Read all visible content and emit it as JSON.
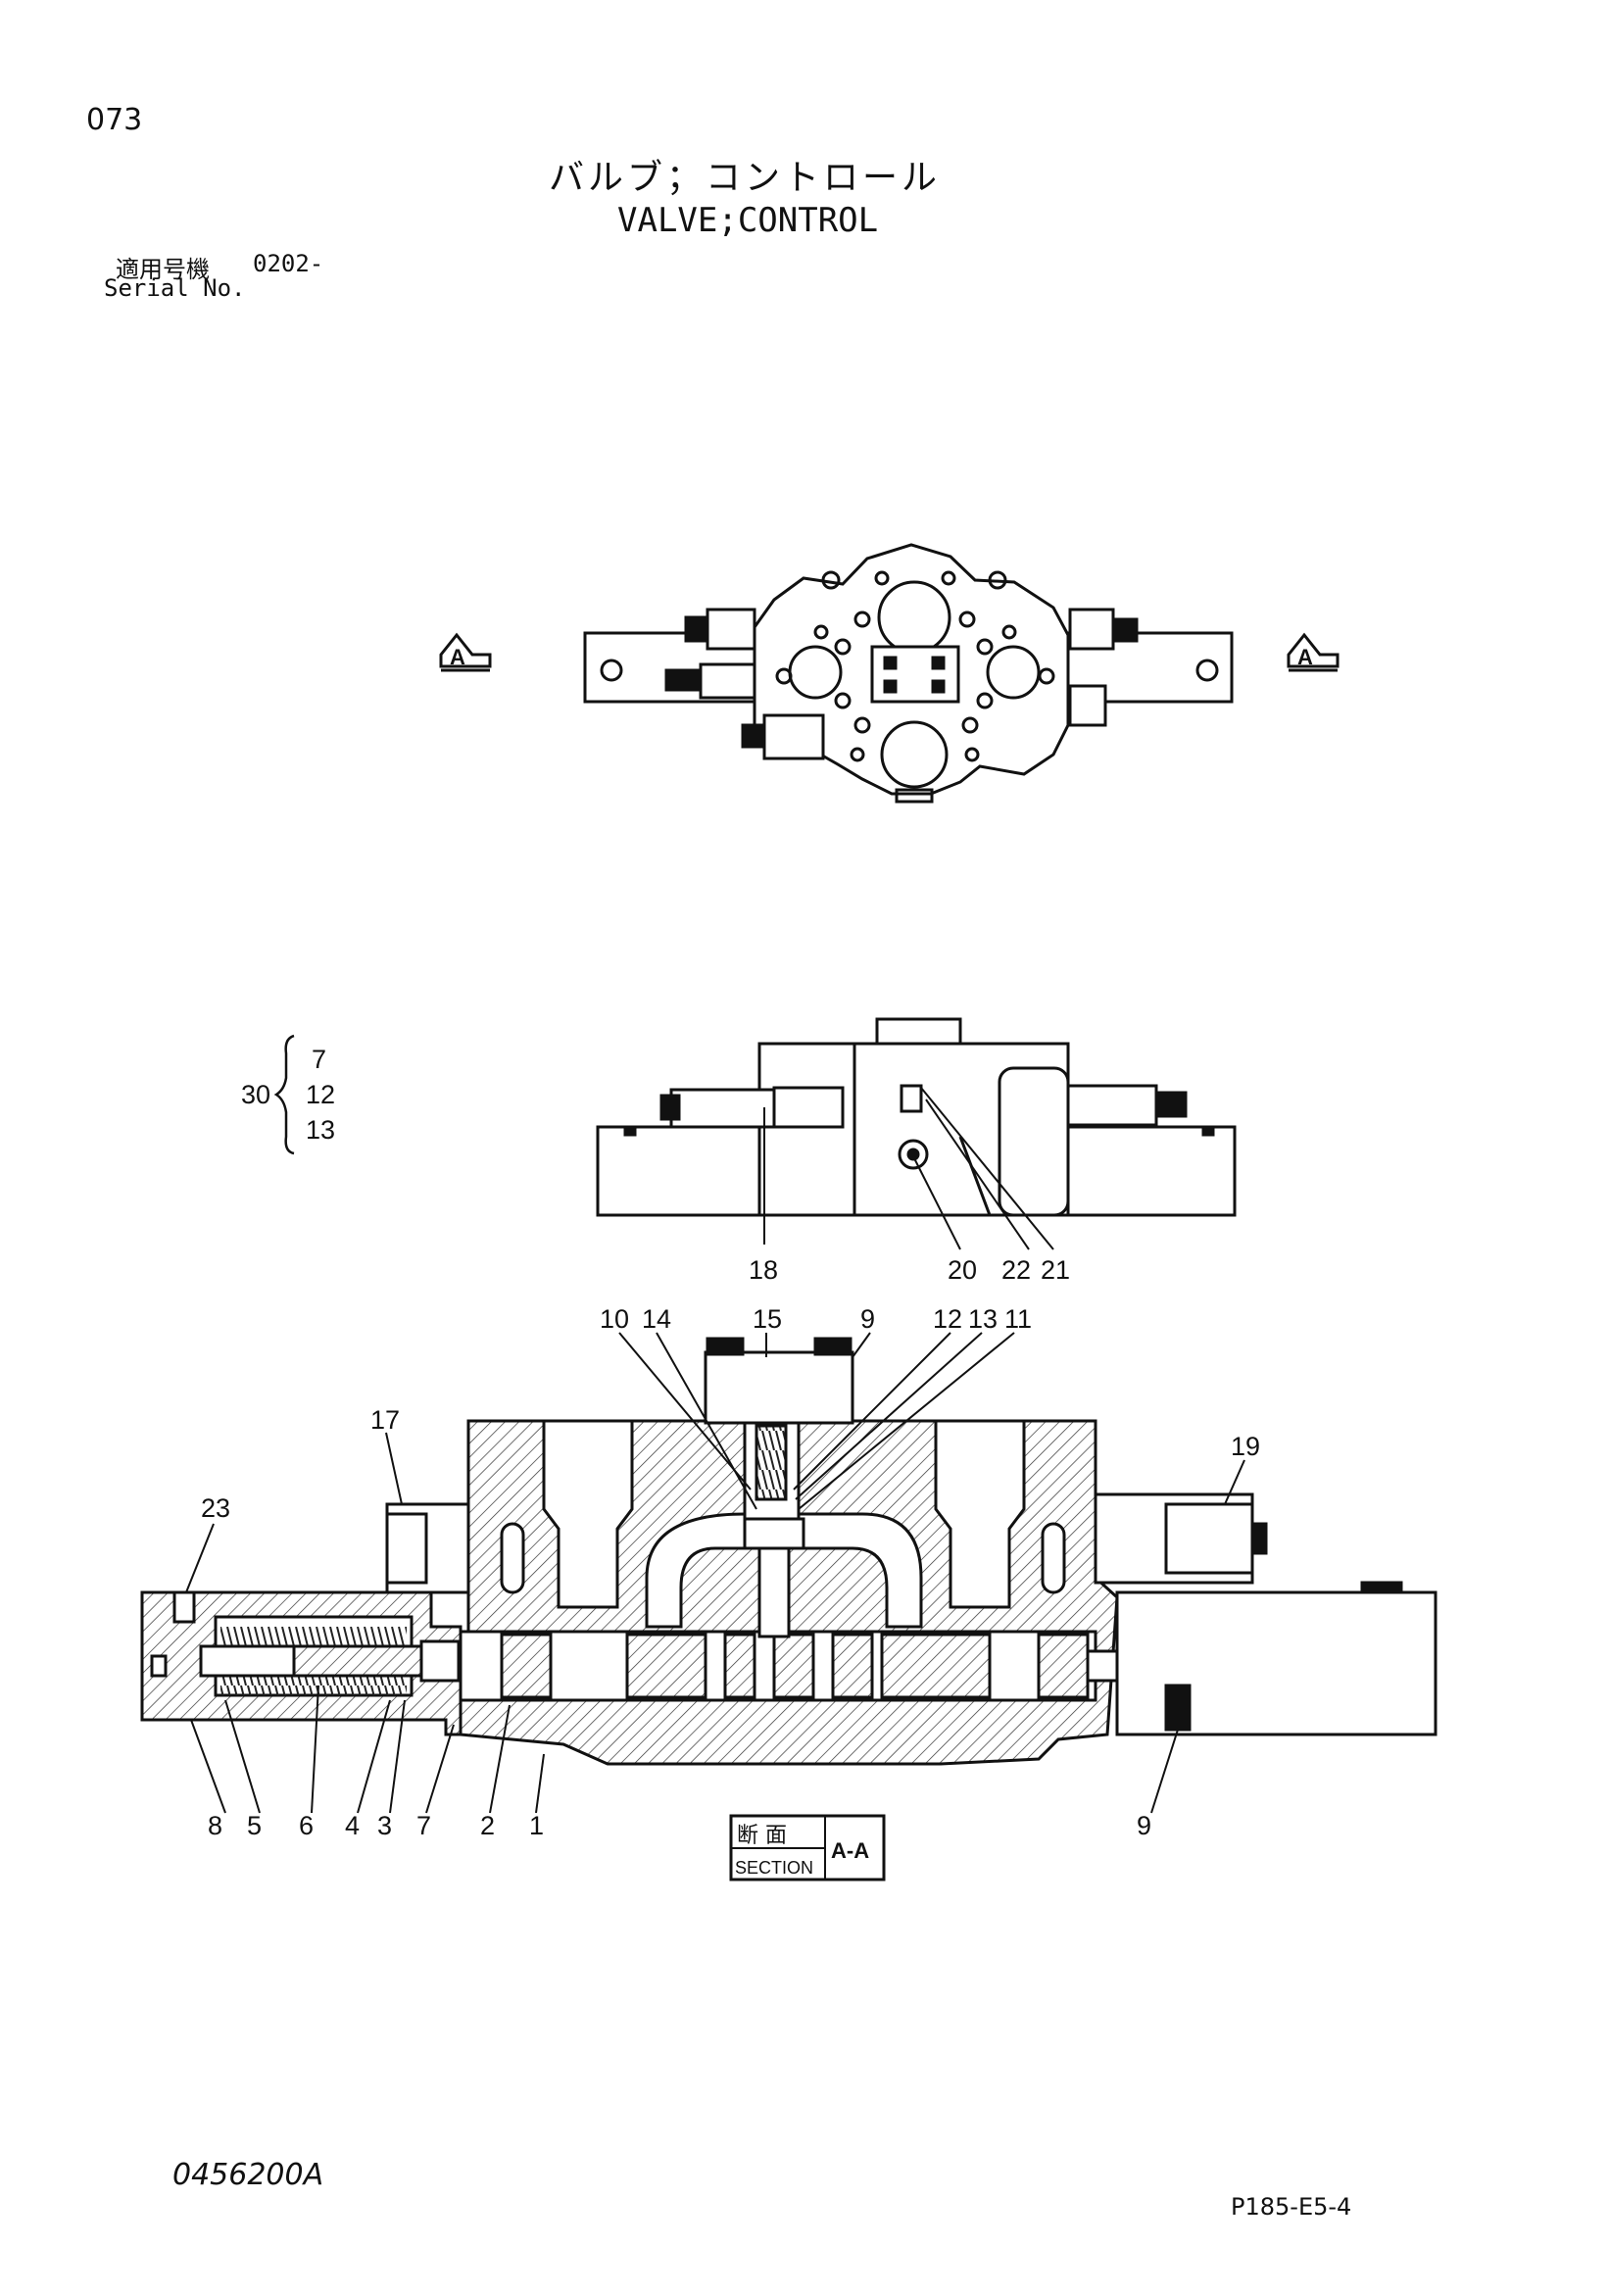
{
  "header": {
    "page_number": "073",
    "title_jp": "バルブ；コントロール",
    "title_en": "VALVE;CONTROL",
    "serial_label_jp": "適用号機",
    "serial_value": "0202-",
    "serial_label_en": "Serial No."
  },
  "section_marks": {
    "left": "A",
    "right": "A"
  },
  "section_box": {
    "kanji": "断 面",
    "section_word": "SECTION",
    "id": "A-A"
  },
  "brace_group": {
    "main": "30",
    "members": [
      "7",
      "12",
      "13"
    ]
  },
  "side_view_labels": [
    "18",
    "20",
    "22",
    "21"
  ],
  "section_top_labels": [
    "10",
    "14",
    "15",
    "9",
    "12",
    "13",
    "11"
  ],
  "section_side_labels": {
    "left_upper": "17",
    "left_far": "23",
    "right_upper": "19"
  },
  "section_bottom_labels": [
    "8",
    "5",
    "6",
    "4",
    "3",
    "7",
    "2",
    "1"
  ],
  "section_bottom_right_label": "9",
  "footer": {
    "drawing_code": "0456200A",
    "page_code": "P185-E5-4"
  }
}
